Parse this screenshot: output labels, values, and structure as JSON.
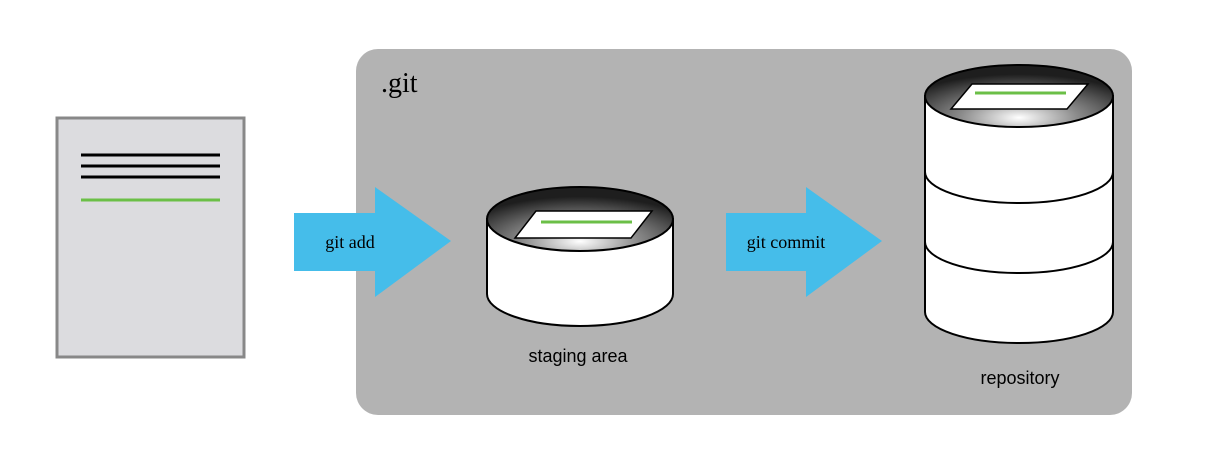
{
  "git_dir": {
    "label": ".git"
  },
  "arrows": {
    "add_label": "git add",
    "commit_label": "git commit"
  },
  "stores": {
    "staging_label": "staging area",
    "repository_label": "repository"
  },
  "colors": {
    "arrow": "#45bdea",
    "panel": "#b3b3b3",
    "document": "#dcdcdf",
    "document_border": "#888888",
    "green_line": "#6bbf47",
    "text_line": "#000000",
    "cylinder_top_dark": "#2a2a2a",
    "cylinder_top_light": "#ffffff"
  }
}
